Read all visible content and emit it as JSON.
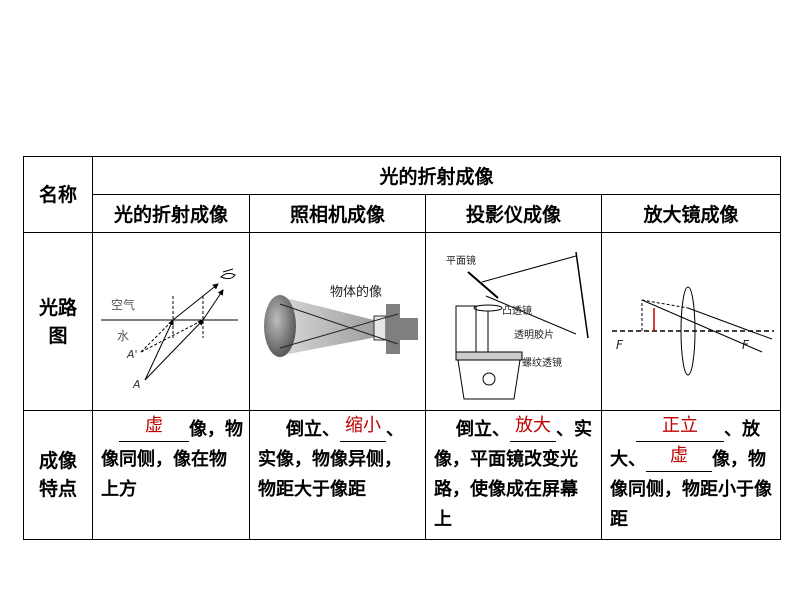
{
  "table": {
    "name_header": "名称",
    "group_header": "光的折射成像",
    "columns": [
      "光的折射成像",
      "照相机成像",
      "投影仪成像",
      "放大镜成像"
    ],
    "row_path": "光路图",
    "row_feature": "成像特点"
  },
  "diagrams": {
    "refraction": {
      "air": "空气",
      "water": "水",
      "a_prime": "A'",
      "a": "A"
    },
    "camera": {
      "label": "物体的像"
    },
    "projector": {
      "mirror": "平面镜",
      "lens": "凸透镜",
      "film": "透明胶片",
      "fresnel": "螺纹透镜"
    },
    "magnifier": {
      "f_left": "F",
      "f_right": "F"
    }
  },
  "features": {
    "refraction": {
      "answer": "虚",
      "t1": "像，",
      "t2": "物像同侧，像在物上方"
    },
    "camera": {
      "t0": "倒立、",
      "answer": "缩小",
      "t1": "、",
      "t2": "实像，物像异侧，物距大于像距"
    },
    "projector": {
      "t0": "倒立、",
      "answer": "放大",
      "t1": "、",
      "t2": "实像，平面镜改变光路，使像成在屏幕上"
    },
    "magnifier": {
      "answer1": "正立",
      "t1": "、放大、",
      "answer2": "虚",
      "t2": "像，物像同侧，物距小于像距"
    }
  },
  "colors": {
    "answer": "#c00000",
    "border": "#000000"
  }
}
